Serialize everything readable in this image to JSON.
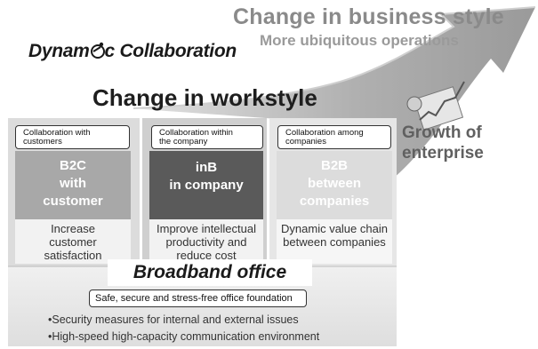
{
  "header": {
    "title": "Change in business style",
    "subtitle": "More ubiquitous operations"
  },
  "logo": {
    "part1": "Dynam",
    "part2": "c Collaboration"
  },
  "workstyle_title": "Change in workstyle",
  "growth": {
    "line1": "Growth of",
    "line2": "enterprise"
  },
  "columns": [
    {
      "label_line1": "Collaboration with",
      "label_line2": "customers",
      "head_line1": "B2C",
      "head_line2": "with",
      "head_line3": "customer",
      "desc_line1": "Increase",
      "desc_line2": "customer",
      "desc_line3": "satisfaction"
    },
    {
      "label_line1": "Collaboration within",
      "label_line2": "the company",
      "head_line1": "inB",
      "head_line2": "in company",
      "desc_line1": "Improve intellectual",
      "desc_line2": "productivity and",
      "desc_line3": "reduce cost"
    },
    {
      "label_line1": "Collaboration among",
      "label_line2": "companies",
      "head_line1": "B2B",
      "head_line2": "between",
      "head_line3": "companies",
      "desc_line1": "Dynamic value chain",
      "desc_line2": "between companies"
    }
  ],
  "broadband": {
    "title": "Broadband office",
    "foundation": "Safe, secure and stress-free office foundation",
    "bullets": [
      "•Security measures for internal and external issues",
      "•High-speed high-capacity communication environment"
    ]
  },
  "colors": {
    "col1_fill": "#a8a8a8",
    "col2_fill": "#5a5a5a",
    "col3_fill": "#dcdcdc",
    "ribbon": "#b5b5b5",
    "foundation_fill": "#e8e8e8"
  }
}
